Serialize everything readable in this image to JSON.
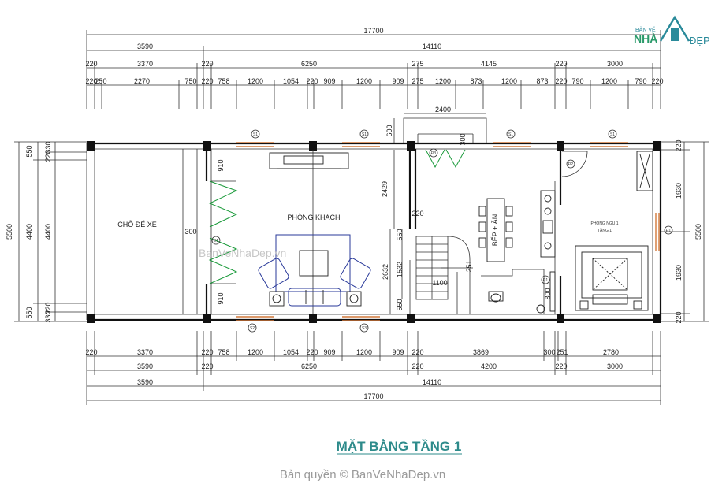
{
  "title": "MẶT BẰNG TẦNG 1",
  "copyright": "Bản quyền © BanVeNhaDep.vn",
  "watermark": "BanVeNhaDep.vn",
  "logo": {
    "top": "BẢN VẼ",
    "left": "NHÀ",
    "right": "ĐẸP"
  },
  "rooms": {
    "parking": "CHỖ ĐỂ XE",
    "living": "PHÒNG KHÁCH",
    "kitchen": "BẾP + ĂN",
    "bedroom_line1": "PHÒNG NGỦ 1",
    "bedroom_line2": "TẦNG 1"
  },
  "dims_top": {
    "row1": [
      "17700"
    ],
    "row2": [
      "3590",
      "14110"
    ],
    "row3": [
      "220",
      "3370",
      "220",
      "6250",
      "275",
      "4145",
      "220",
      "3000"
    ],
    "row4": [
      "220",
      "250",
      "2270",
      "750",
      "220",
      "758",
      "1200",
      "1054",
      "220",
      "909",
      "1200",
      "909",
      "275",
      "1200",
      "873",
      "1200",
      "873",
      "220",
      "790",
      "1200",
      "790",
      "220"
    ]
  },
  "dims_bottom": {
    "row1": [
      "220",
      "3370",
      "220",
      "758",
      "1200",
      "1054",
      "220",
      "909",
      "1200",
      "909",
      "220",
      "3869",
      "300",
      "251",
      "2780"
    ],
    "row2": [
      "3590",
      "220",
      "6250",
      "220",
      "4200",
      "220",
      "3000"
    ],
    "row3": [
      "3590",
      "14110"
    ],
    "row4": [
      "17700"
    ]
  },
  "dims_left": {
    "outer": "5500",
    "mid": "4400",
    "inner": [
      "550",
      "4400",
      "550"
    ],
    "small": [
      "330",
      "220",
      "220",
      "330"
    ]
  },
  "dims_right": {
    "outer": "5500",
    "inner": [
      "220",
      "1930",
      "1930",
      "220"
    ]
  },
  "dims_inner": {
    "top_box": "2400",
    "v600": "600",
    "v2429": "2429",
    "h220": "220",
    "v550a": "550",
    "v1532": "1532",
    "v2632": "2632",
    "v550b": "550",
    "h1100": "1100",
    "v251": "251",
    "v800": "800",
    "h300": "300",
    "v910a": "910",
    "v910b": "910",
    "v300": "300"
  },
  "tags": {
    "s1a": "S1",
    "s1b": "S1",
    "s1c": "S1",
    "s1d": "S1",
    "s2": "S2",
    "s3": "S3",
    "d1": "Đ1",
    "d2": "Đ2",
    "d3": "Đ3",
    "d4": "Đ1",
    "d5": "Đ1"
  }
}
